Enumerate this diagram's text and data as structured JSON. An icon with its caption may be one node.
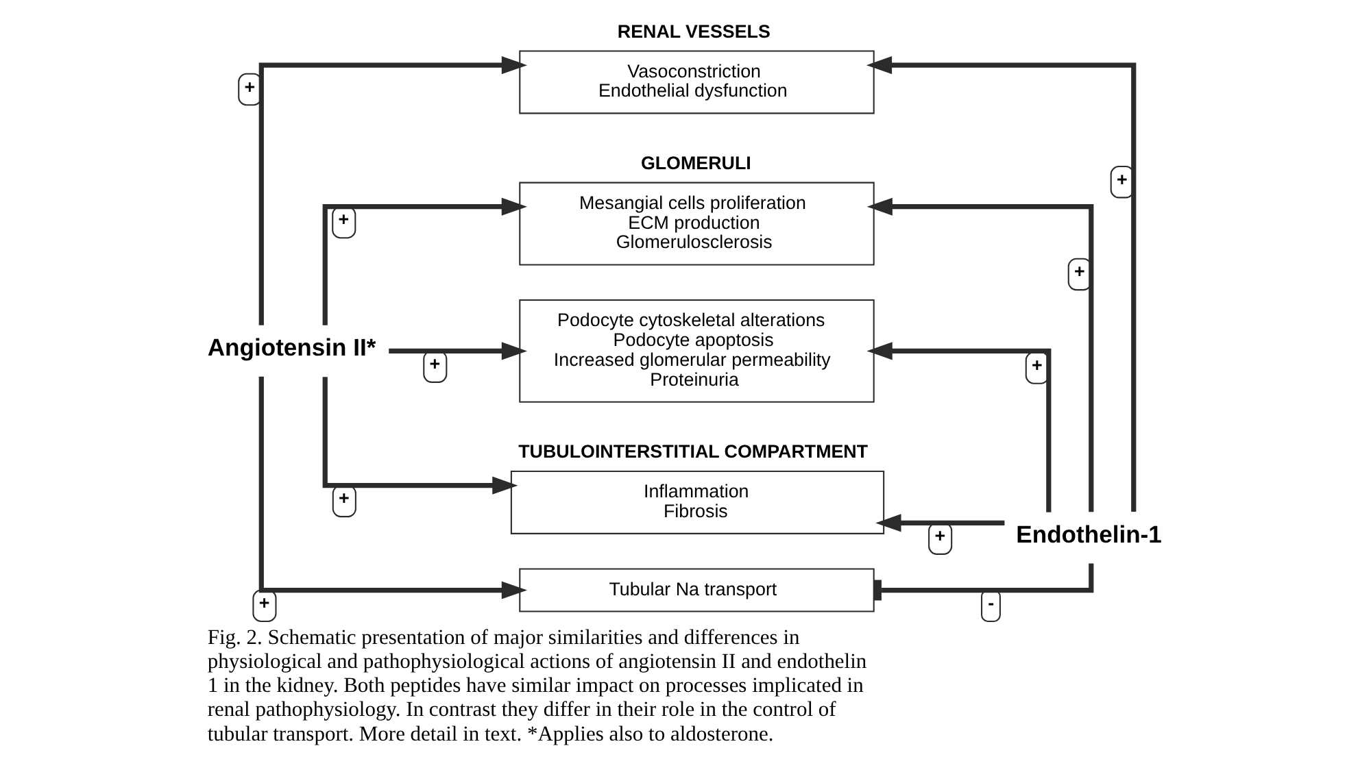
{
  "diagram": {
    "caption": "Fig. 2. Schematic presentation of major similarities and differences in physiological and pathophysiological actions of angiotensin II and endothelin 1 in the kidney. Both peptides have similar impact on processes implicated in renal pathophysiology. In contrast they differ in their role in the control of tubular transport. More detail in text. *Applies also to aldosterone.",
    "nodes": [
      {
        "text": [
          "Angiotensin II*"
        ]
      },
      {
        "text": [
          "RENAL VESSELS",
          "Vasoconstriction",
          "Endothelial dysfunction"
        ]
      },
      {
        "text": [
          "GLOMERULI",
          "Mesangial cells proliferation",
          "ECM production",
          "Glomerulosclerosis"
        ]
      },
      {
        "text": [
          "Podocyte cytoskeletal alterations",
          "Podocyte apoptosis",
          "Increased glomerular permeability",
          "Proteinuria"
        ]
      },
      {
        "text": [
          "TUBULOINTERSTITIAL COMPARTMENT",
          "Inflammation",
          "Fibrosis"
        ]
      },
      {
        "text": [
          "Tubular Na transport"
        ]
      },
      {
        "text": [
          "Endothelin-1"
        ]
      }
    ],
    "edges": [
      {
        "from": 0,
        "to": 1,
        "arrow": "to",
        "label": "+"
      },
      {
        "from": 0,
        "to": 2,
        "arrow": "to",
        "label": "+"
      },
      {
        "from": 0,
        "to": 3,
        "arrow": "to",
        "label": "+"
      },
      {
        "from": 0,
        "to": 4,
        "arrow": "to",
        "label": "+"
      },
      {
        "from": 0,
        "to": 5,
        "arrow": "to",
        "label": "+"
      },
      {
        "from": 6,
        "to": 1,
        "arrow": "to",
        "label": "+"
      },
      {
        "from": 6,
        "to": 2,
        "arrow": "to",
        "label": "+"
      },
      {
        "from": 6,
        "to": 3,
        "arrow": "to",
        "label": "+"
      },
      {
        "from": 6,
        "to": 4,
        "arrow": "to",
        "label": "+"
      },
      {
        "from": 6,
        "to": 5,
        "arrow": "other",
        "label": "-"
      }
    ]
  }
}
